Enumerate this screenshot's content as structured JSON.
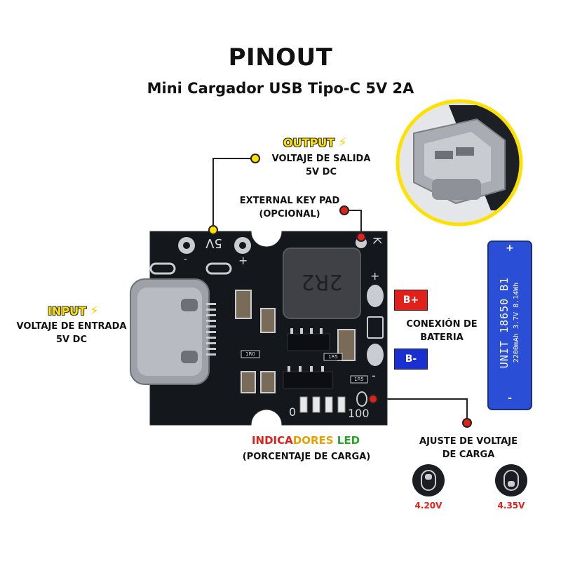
{
  "header": {
    "title": "PINOUT",
    "subtitle": "Mini Cargador USB Tipo-C 5V 2A"
  },
  "output": {
    "heading": "OUTPUT",
    "line1": "VOLTAJE DE SALIDA",
    "line2": "5V DC"
  },
  "key_pad": {
    "line1": "EXTERNAL KEY PAD",
    "line2": "(OPCIONAL)"
  },
  "input": {
    "heading": "INPUT",
    "line1": "VOLTAJE DE ENTRADA",
    "line2": "5V DC"
  },
  "battery_connection": {
    "pos_tag": "B+",
    "neg_tag": "B-",
    "line1": "CONEXIÓN DE",
    "line2": "BATERIA"
  },
  "battery": {
    "model": "UNIT 18650 B1",
    "spec": "2200mAh 3.7V 8.14Wh",
    "plus": "+",
    "minus": "-"
  },
  "indicators": {
    "word1": "INDICA",
    "word2": "DORES",
    "word3": " LED",
    "sub": "(PORCENTAJE DE CARGA)"
  },
  "voltage_adjust": {
    "line1": "AJUSTE DE VOLTAJE",
    "line2": "DE CARGA",
    "option_a": "4.20V",
    "option_b": "4.35V"
  },
  "board": {
    "pin_5v": "5V",
    "pin_minus": "-",
    "pin_plus": "+",
    "pin_k": "K",
    "bat_plus": "+",
    "bat_minus": "-",
    "inductor": "2R2",
    "led_left": "0",
    "led_right": "100",
    "r1": "1R0",
    "r2": "1R5",
    "r3": "1R5"
  },
  "colors": {
    "accent_yellow": "#ffe100",
    "red": "#e0201a",
    "blue": "#1a2fd0",
    "board": "#14171c",
    "battery_blue": "#2a4fd6"
  }
}
